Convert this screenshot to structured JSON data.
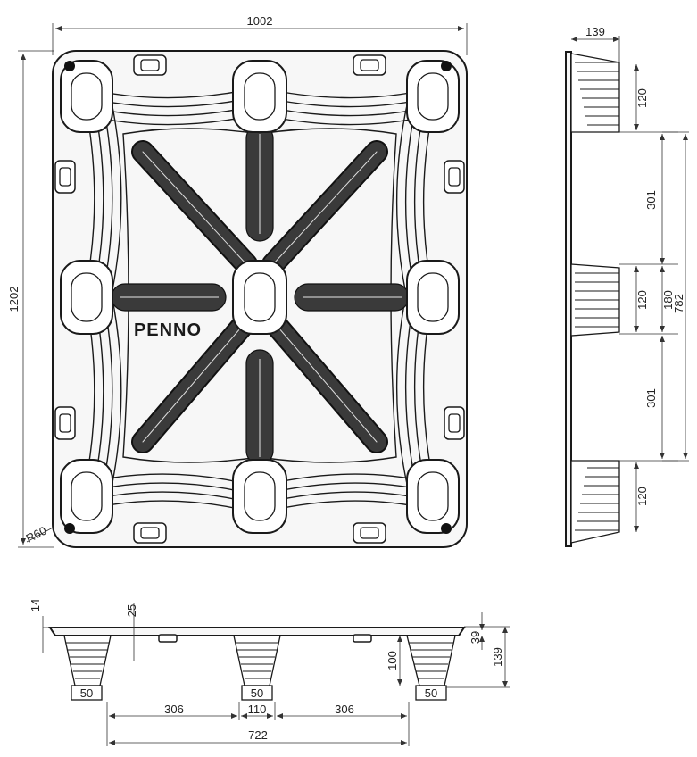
{
  "brand": "PENNO",
  "top_view": {
    "width_label": "1002",
    "height_label": "1202",
    "corner_radius_label": "R60"
  },
  "side_view": {
    "labels": [
      "139",
      "120",
      "301",
      "180",
      "120",
      "782",
      "301",
      "120"
    ]
  },
  "front_view": {
    "labels": [
      "14",
      "25",
      "39",
      "139",
      "100",
      "50",
      "50",
      "50",
      "306",
      "110",
      "306",
      "722"
    ]
  }
}
